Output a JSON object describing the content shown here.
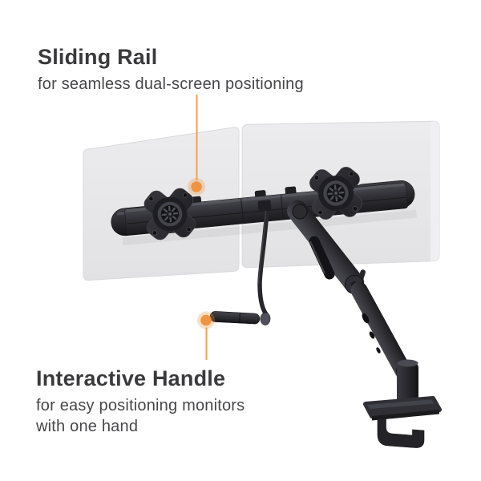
{
  "callouts": {
    "sliding_rail": {
      "title": "Sliding Rail",
      "description": "for seamless dual-screen positioning"
    },
    "interactive_handle": {
      "title": "Interactive Handle",
      "description_line1": "for easy positioning monitors",
      "description_line2": "with one hand"
    }
  },
  "illustration": {
    "type": "product-render",
    "subject": "dual monitor desk mount with sliding rail, gas spring arm, crank handle and desk clamp",
    "parts": [
      "monitor-panel-left",
      "monitor-panel-right",
      "sliding-rail",
      "vesa-plate-left",
      "vesa-plate-right",
      "gas-spring-arm",
      "crank-handle",
      "desk-clamp"
    ]
  },
  "colors": {
    "background": "#FFFFFF",
    "heading_text": "#3A3A3C",
    "body_text": "#47474A",
    "accent_orange": "#EF9440",
    "callout_line": "#ECA153",
    "monitor_gray": "#E8E8EA",
    "product_black": "#26262A"
  }
}
